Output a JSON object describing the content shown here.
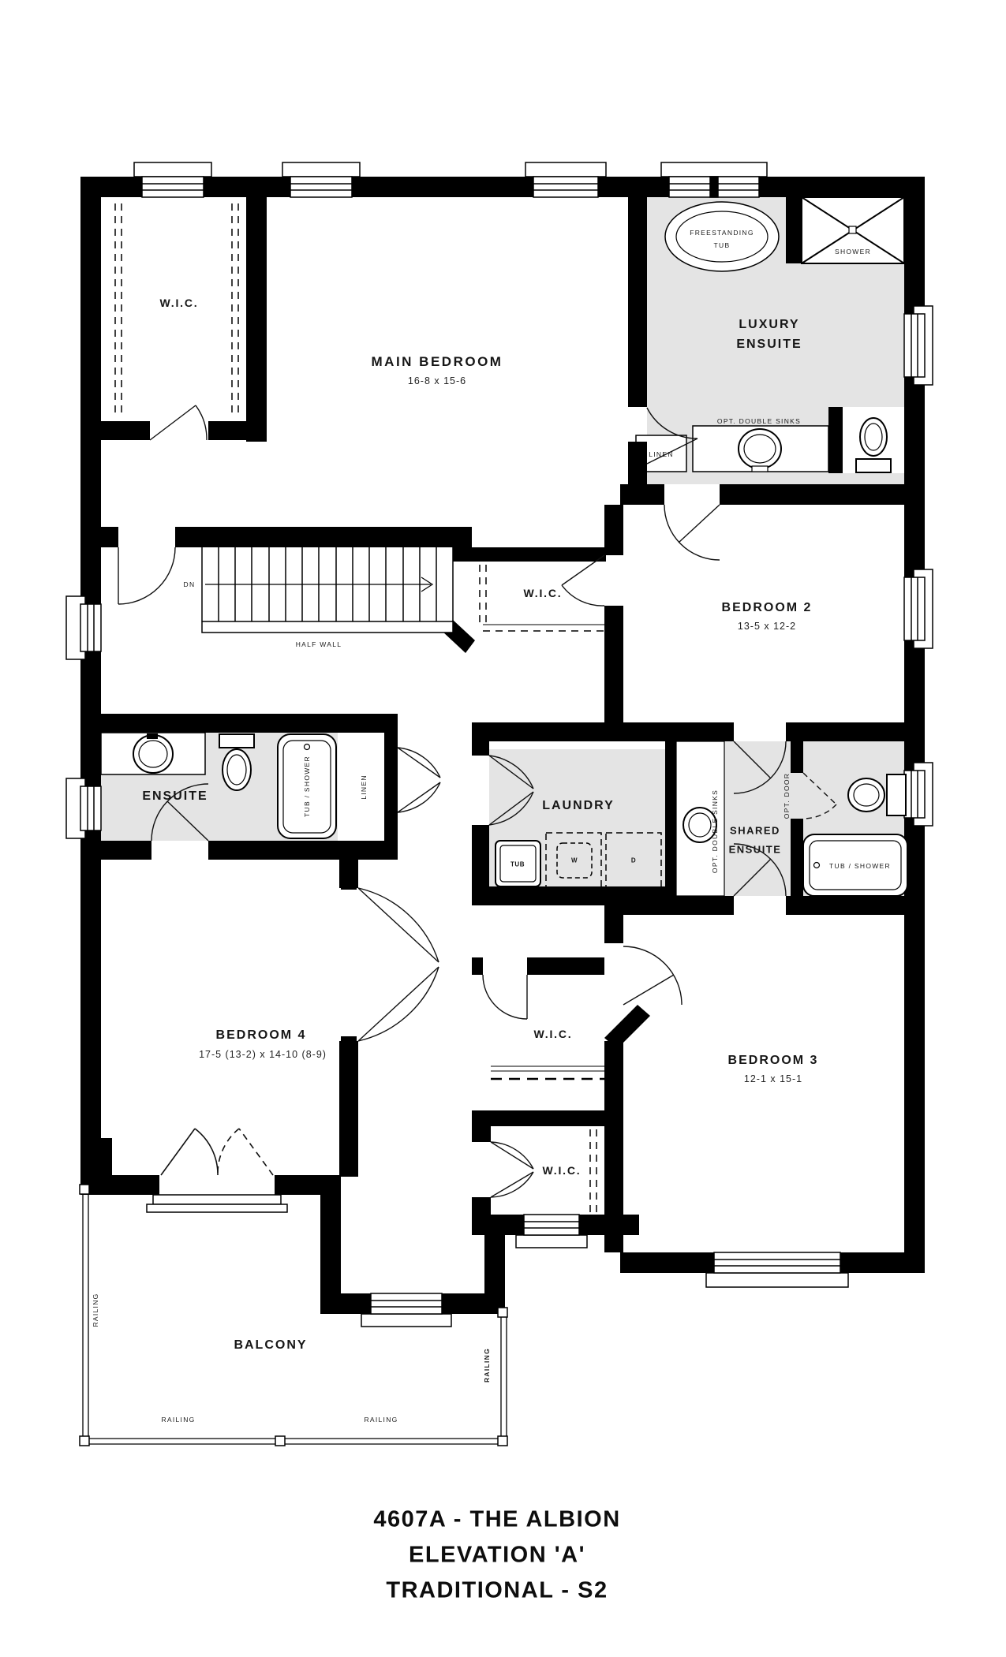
{
  "plan": {
    "title_lines": [
      "4607A - THE ALBION",
      "ELEVATION 'A'",
      "TRADITIONAL - S2"
    ],
    "rooms": {
      "main_bedroom": {
        "name": "MAIN BEDROOM",
        "dims": "16-8 x 15-6"
      },
      "luxury_ensuite": {
        "line1": "LUXURY",
        "line2": "ENSUITE"
      },
      "bedroom2": {
        "name": "BEDROOM 2",
        "dims": "13-5 x 12-2"
      },
      "bedroom3": {
        "name": "BEDROOM 3",
        "dims": "12-1 x 15-1"
      },
      "bedroom4": {
        "name": "BEDROOM 4",
        "dims": "17-5 (13-2) x 14-10 (8-9)"
      },
      "ensuite": "ENSUITE",
      "laundry": "LAUNDRY",
      "shared_ensuite": {
        "line1": "SHARED",
        "line2": "ENSUITE"
      },
      "balcony": "BALCONY"
    },
    "closets": {
      "wic_top": "W.I.C.",
      "wic_mid": "W.I.C.",
      "wic_bedroom3_upper": "W.I.C.",
      "wic_bedroom3_lower": "W.I.C.",
      "linen_top": "LINEN",
      "linen_mid": "LINEN"
    },
    "stairs": {
      "down": "DN",
      "half_wall": "HALF WALL"
    },
    "fixtures": {
      "freestanding_tub_line1": "FREESTANDING",
      "freestanding_tub_line2": "TUB",
      "shower": "SHOWER",
      "opt_double_sinks_top": "OPT. DOUBLE SINKS",
      "opt_double_sinks_side": "OPT. DOUBLE SINKS",
      "opt_door": "OPT. DOOR",
      "tub_shower_ensuite": "TUB / SHOWER",
      "tub_shower_shared": "TUB / SHOWER",
      "laundry_tub": "TUB",
      "washer": "W",
      "dryer": "D"
    },
    "balcony_railings": [
      "RAILING",
      "RAILING",
      "RAILING",
      "RAILING"
    ],
    "colors": {
      "wall": "#000000",
      "wet_room_fill": "#e4e4e4",
      "background": "#ffffff"
    }
  }
}
